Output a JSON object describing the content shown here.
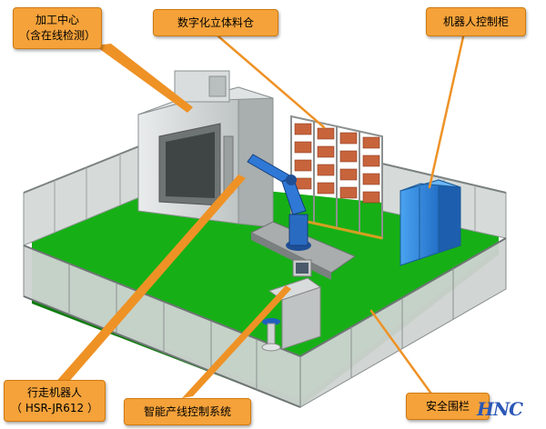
{
  "labels": {
    "machining_center": {
      "line1": "加工中心",
      "line2": "（含在线检测）"
    },
    "digital_warehouse": "数字化立体料仓",
    "robot_cabinet": "机器人控制柜",
    "walking_robot": {
      "line1": "行走机器人",
      "line2": "（ HSR-JR612 ）"
    },
    "line_control": "智能产线控制系统",
    "safety_fence": "安全围栏"
  },
  "logo_text": "HNC",
  "colors": {
    "callout_fill": "#f5a23a",
    "leader_line": "#e8921a",
    "floor": "#19b419",
    "fence": "#cfd4d2",
    "robot": "#2a6bc2",
    "cabinet": "#2f8ae0",
    "rack_bin": "#c8643c"
  }
}
